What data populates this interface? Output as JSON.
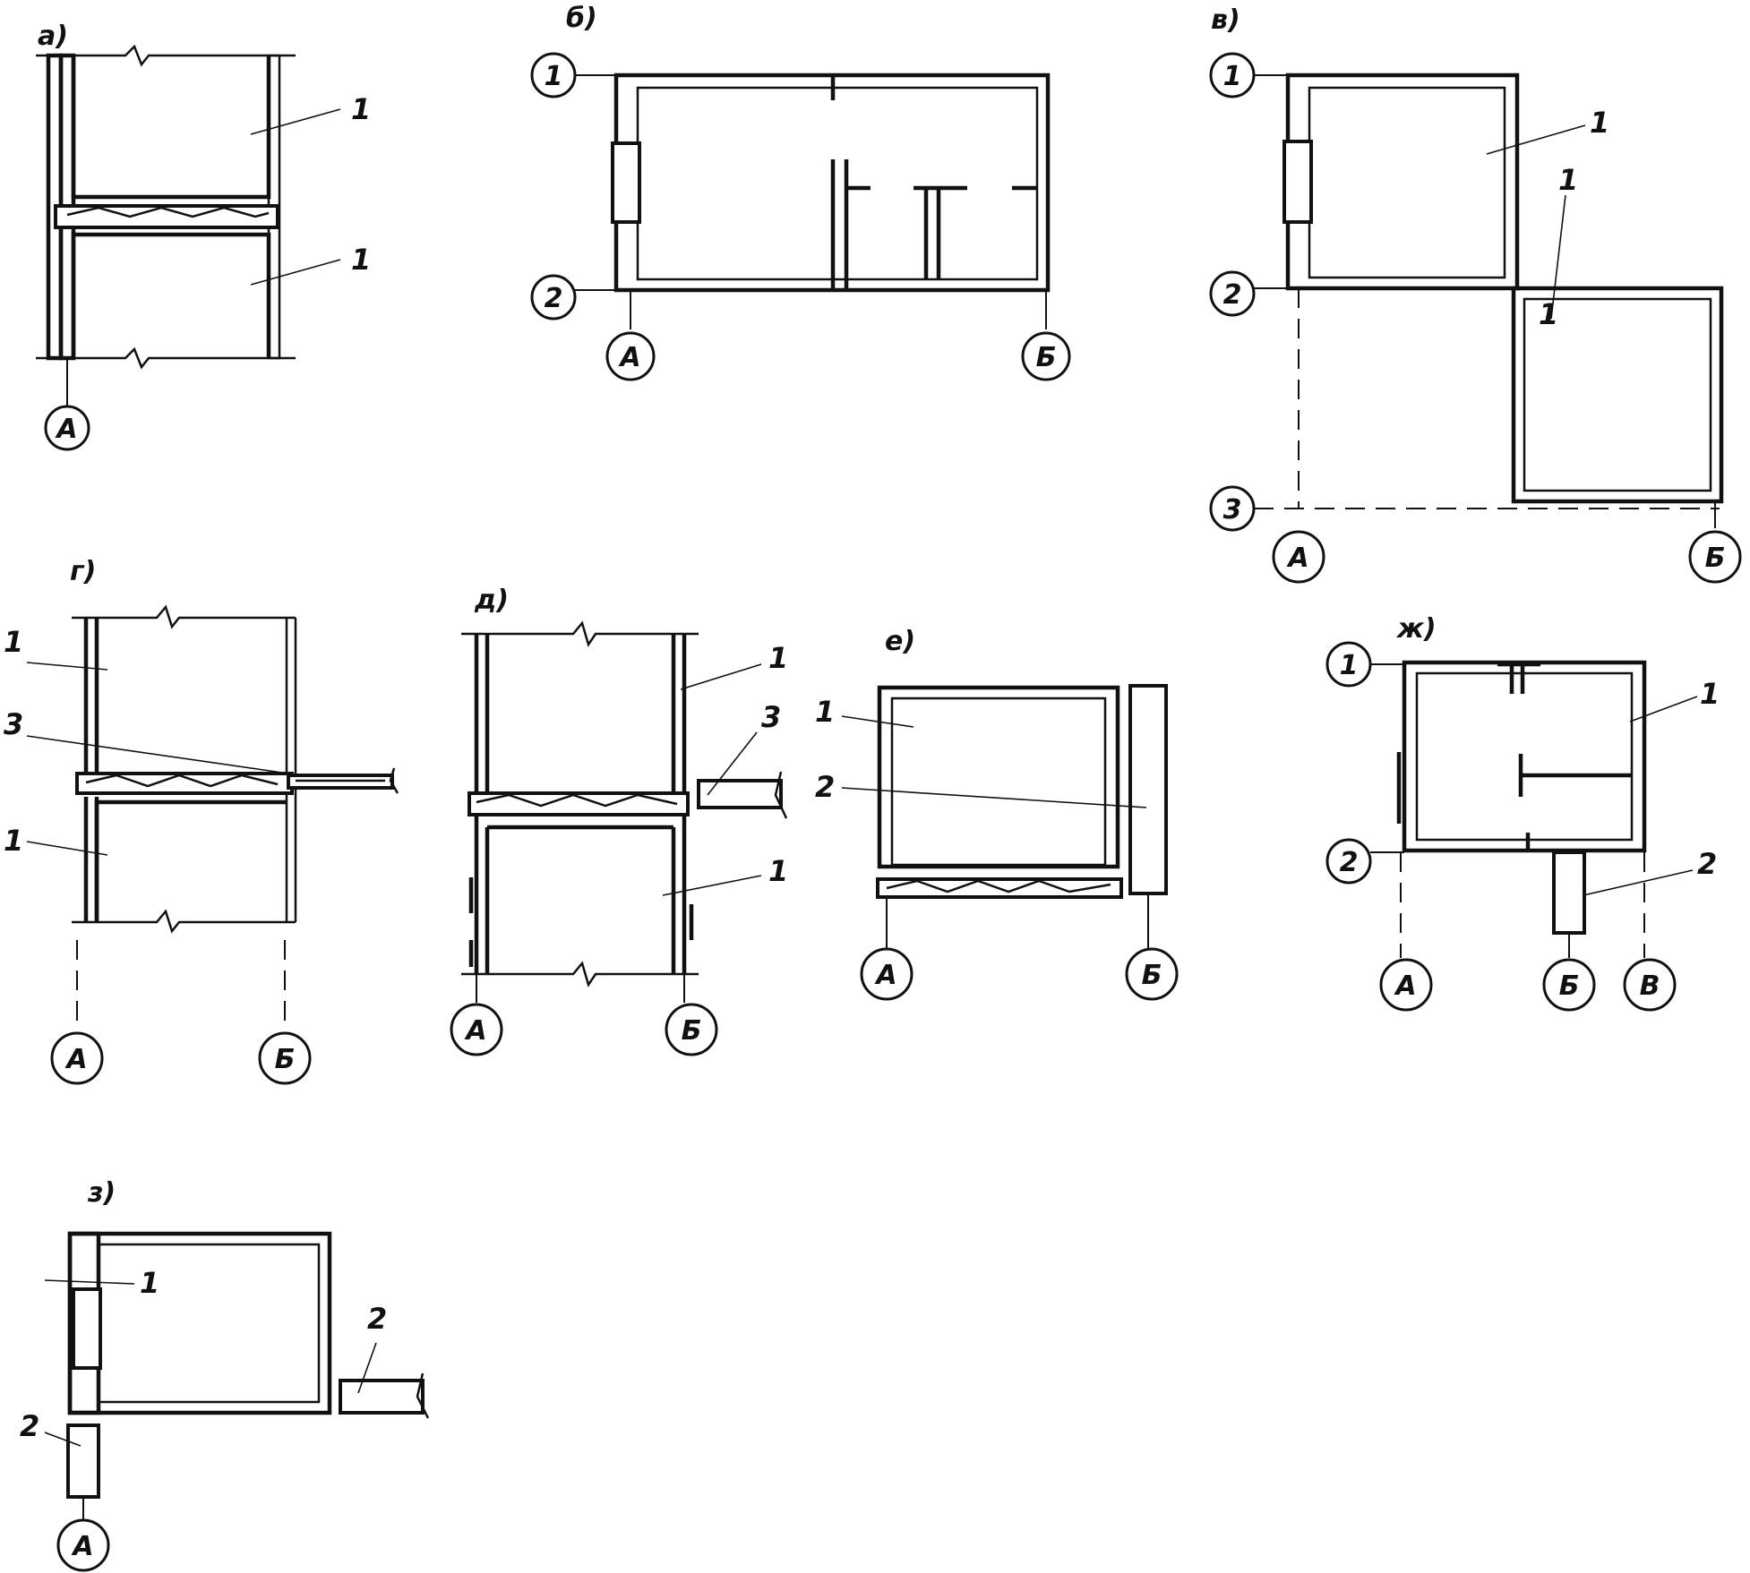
{
  "panels": {
    "a": {
      "label": "а)",
      "callouts": [
        "1",
        "1"
      ],
      "axes": [
        "А"
      ]
    },
    "b": {
      "label": "б)",
      "axes": [
        "1",
        "2",
        "А",
        "Б"
      ]
    },
    "v": {
      "label": "в)",
      "callouts": [
        "1",
        "1",
        "1"
      ],
      "axes": [
        "1",
        "2",
        "3",
        "А",
        "Б"
      ]
    },
    "g": {
      "label": "г)",
      "callouts": [
        "1",
        "3",
        "1"
      ],
      "axes": [
        "А",
        "Б"
      ]
    },
    "d": {
      "label": "д)",
      "callouts": [
        "1",
        "3",
        "1"
      ],
      "axes": [
        "А",
        "Б"
      ]
    },
    "e": {
      "label": "е)",
      "callouts": [
        "1",
        "2"
      ],
      "axes": [
        "А",
        "Б"
      ]
    },
    "zh": {
      "label": "ж)",
      "callouts": [
        "1",
        "2"
      ],
      "axes": [
        "1",
        "2",
        "А",
        "Б",
        "В"
      ]
    },
    "z": {
      "label": "з)",
      "callouts": [
        "1",
        "2",
        "2"
      ],
      "axes": [
        "А"
      ]
    }
  }
}
